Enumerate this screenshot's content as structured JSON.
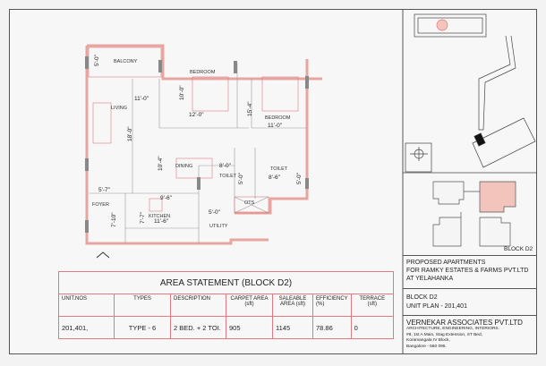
{
  "floor_plan": {
    "rooms": {
      "balcony": "BALCONY",
      "bedroom1": "BEDROOM",
      "bedroom2": "BEDROOM",
      "living": "LIVING",
      "dining": "DINING",
      "toilet1": "TOILET",
      "toilet2": "TOILET",
      "foyer": "FOYER",
      "kitchen": "KITCHEN",
      "utility": "UTILITY",
      "ots": "OTS"
    },
    "dimensions": {
      "balcony_w": "5'-0\"",
      "living_a": "11'-0\"",
      "bed1_v": "10'-0\"",
      "bed1_h": "12'-0\"",
      "bed2_v": "15'-4\"",
      "bed2_h": "11'-0\"",
      "living_v": "18'-0\"",
      "dining_v": "10'-4\"",
      "toilet1_h": "8'-0\"",
      "toilet1_v": "5'-0\"",
      "toilet2_h": "8'-6\"",
      "toilet2_v": "5'-0\"",
      "foyer_h": "5'-7\"",
      "kitchen_top": "9'-6\"",
      "foyer_v": "7'-10\"",
      "kitchen_v": "7'-7\"",
      "kitchen_h": "11'-6\"",
      "utility_h": "5'-0\""
    }
  },
  "area_statement": {
    "title": "AREA STATEMENT (BLOCK D2)",
    "headers": [
      "UNIT.NOS",
      "TYPES",
      "DESCRIPTION",
      "CARPET AREA (sft)",
      "SALEABLE AREA (sft)",
      "EFFICIENCY (%)",
      "TERRACE (sft)"
    ],
    "row": [
      "201,401,",
      "TYPE - 6",
      "2 BED. + 2 TOI.",
      "905",
      "1145",
      "78.86",
      "0"
    ]
  },
  "key_plan": {
    "label": "BLOCK D2"
  },
  "project": {
    "line1": "PROPOSED APARTMENTS",
    "line2": "FOR RAMKY ESTATES & FARMS PVT.LTD",
    "line3": "AT YELAHANKA"
  },
  "block": {
    "name": "BLOCK D2",
    "unit_plan": "UNIT PLAN - 201,401"
  },
  "firm": {
    "name": "VERNEKAR ASSOCIATES PVT.LTD",
    "services": "ARCHITECTURE, ENGINEERING, INTERIORS.",
    "address1": "#8, 1st A Main, Stag Extension, ST Bed,",
    "address2": "Koramangala IV Block,",
    "address3": "Bangalore - 560 095."
  },
  "colors": {
    "wall": "#e8a49f",
    "line": "#e07a80",
    "frame": "#555555"
  }
}
